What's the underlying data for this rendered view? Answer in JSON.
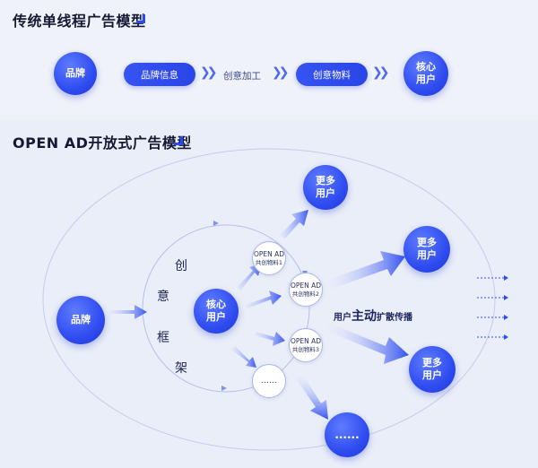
{
  "top": {
    "title": "传统单线程广告模型",
    "brand": "品牌",
    "brand_info": "品牌信息",
    "creative_process": "创意加工",
    "creative_material": "创意物料",
    "core_user": "核心\n用户"
  },
  "bottom": {
    "title": "OPEN AD开放式广告模型",
    "brand": "品牌",
    "core_user": "核心\n用户",
    "framework_chars": [
      "创",
      "意",
      "框",
      "架"
    ],
    "nodes": [
      {
        "line1": "OPEN AD",
        "line2": "共创物料1"
      },
      {
        "line1": "OPEN AD",
        "line2": "共创物料2"
      },
      {
        "line1": "OPEN AD",
        "line2": "共创物料3"
      }
    ],
    "ellipsis_small": "......",
    "ellipsis_big": "......",
    "more_users": "更多\n用户",
    "spread_prefix": "用户",
    "spread_emphasis": "主动",
    "spread_suffix": "扩散传播"
  },
  "colors": {
    "accent": "#2f4cf0",
    "accent_light": "#5f7cff",
    "background": "#eaeef8",
    "text_dark": "#141a33"
  }
}
